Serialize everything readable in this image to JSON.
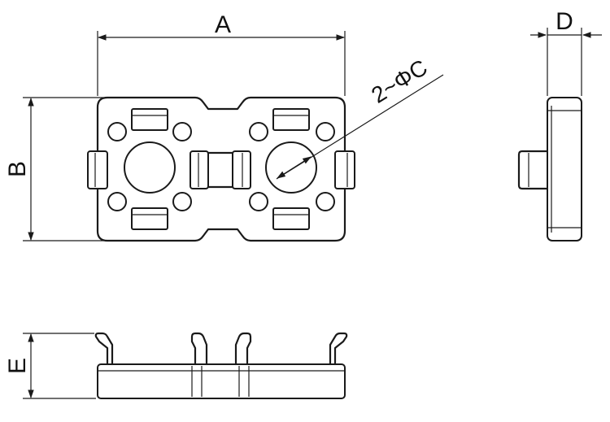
{
  "drawing": {
    "dimension_labels": {
      "width": "A",
      "height": "B",
      "thickness": "D",
      "side_height": "E",
      "hole_callout": "2~ΦC"
    }
  }
}
